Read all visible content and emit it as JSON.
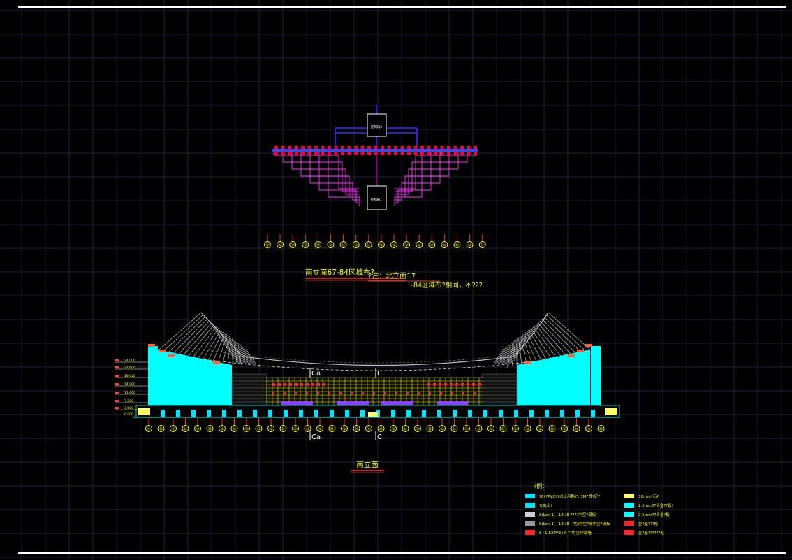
{
  "drawing": {
    "section_title": "南立面67-84区域布?",
    "note_line1": "?注：北立面17",
    "note_line2": "~84区域布?相同，不???",
    "elevation_title": "南立面",
    "grid_tag": "⑫",
    "markers": [
      "Ca",
      "C",
      "Ca",
      "C"
    ],
    "panel_top_label": "控制箱2",
    "panel_bottom_label": "控制箱1",
    "level_labels": [
      "24.000",
      "21.600",
      "18.450",
      "14.800",
      "11.600",
      "7.200",
      "3.600"
    ],
    "base_level": "0.000",
    "colors": {
      "background": "#000000",
      "grid": "#1e2238",
      "frame": "#ffffff",
      "accent_text": "#ffff00",
      "facade": "#00ffff",
      "wiring": "#ff33ff",
      "bus": "#1a1aff",
      "breakers": "#ff0033"
    }
  },
  "legend": {
    "title": "?例：",
    "left_items": [
      {
        "swatch": "#00e5ff",
        "text": "?8??PVC??以上用路?1.3M?管?定?"
      },
      {
        "swatch": "#00e5ff",
        "text": "?(8)上?"
      },
      {
        "swatch": "#cfcfcf",
        "text": "8(Lon-1)+12+8 ????中空?璃板"
      },
      {
        "swatch": "#9a9a9a",
        "text": "8(Lon-1)+12+8 (?色)中空?璃中空?璃板"
      },
      {
        "swatch": "#ff2222",
        "text": "6+1.52PVB+6 ??中空??幕墙"
      }
    ],
    "right_items": [
      {
        "swatch": "#ffff66",
        "text": "30mm?石?"
      },
      {
        "swatch": "#00ffff",
        "text": "2.5mm??合金??板?"
      },
      {
        "swatch": "#00ffff",
        "text": "2.5mm??合金?板"
      },
      {
        "swatch": "#ff2222",
        "text": "金?屋???框"
      },
      {
        "swatch": "#ff2222",
        "text": "金?屋??????框"
      }
    ]
  }
}
